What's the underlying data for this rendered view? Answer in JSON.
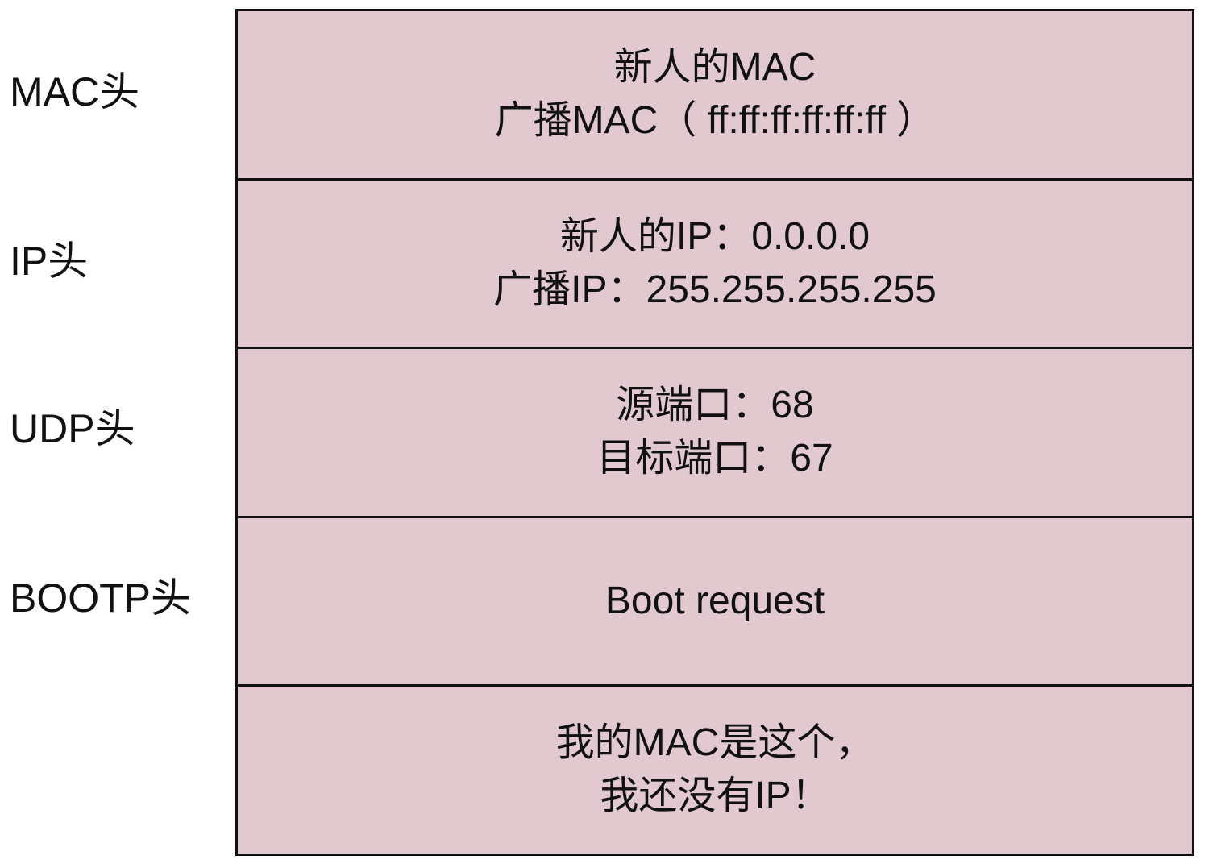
{
  "labels": [
    "MAC头",
    "IP头",
    "UDP头",
    "BOOTP头"
  ],
  "rows": [
    {
      "lines": [
        "新人的MAC",
        "广播MAC（ ff:ff:ff:ff:ff:ff ）"
      ]
    },
    {
      "lines": [
        "新人的IP：0.0.0.0",
        "广播IP：255.255.255.255"
      ]
    },
    {
      "lines": [
        "源端口：68",
        "目标端口：67"
      ]
    },
    {
      "lines": [
        "Boot request"
      ]
    },
    {
      "lines": [
        "我的MAC是这个，",
        "我还没有IP！"
      ]
    }
  ],
  "colors": {
    "fill": "#e2c9cf",
    "border": "#111111"
  }
}
